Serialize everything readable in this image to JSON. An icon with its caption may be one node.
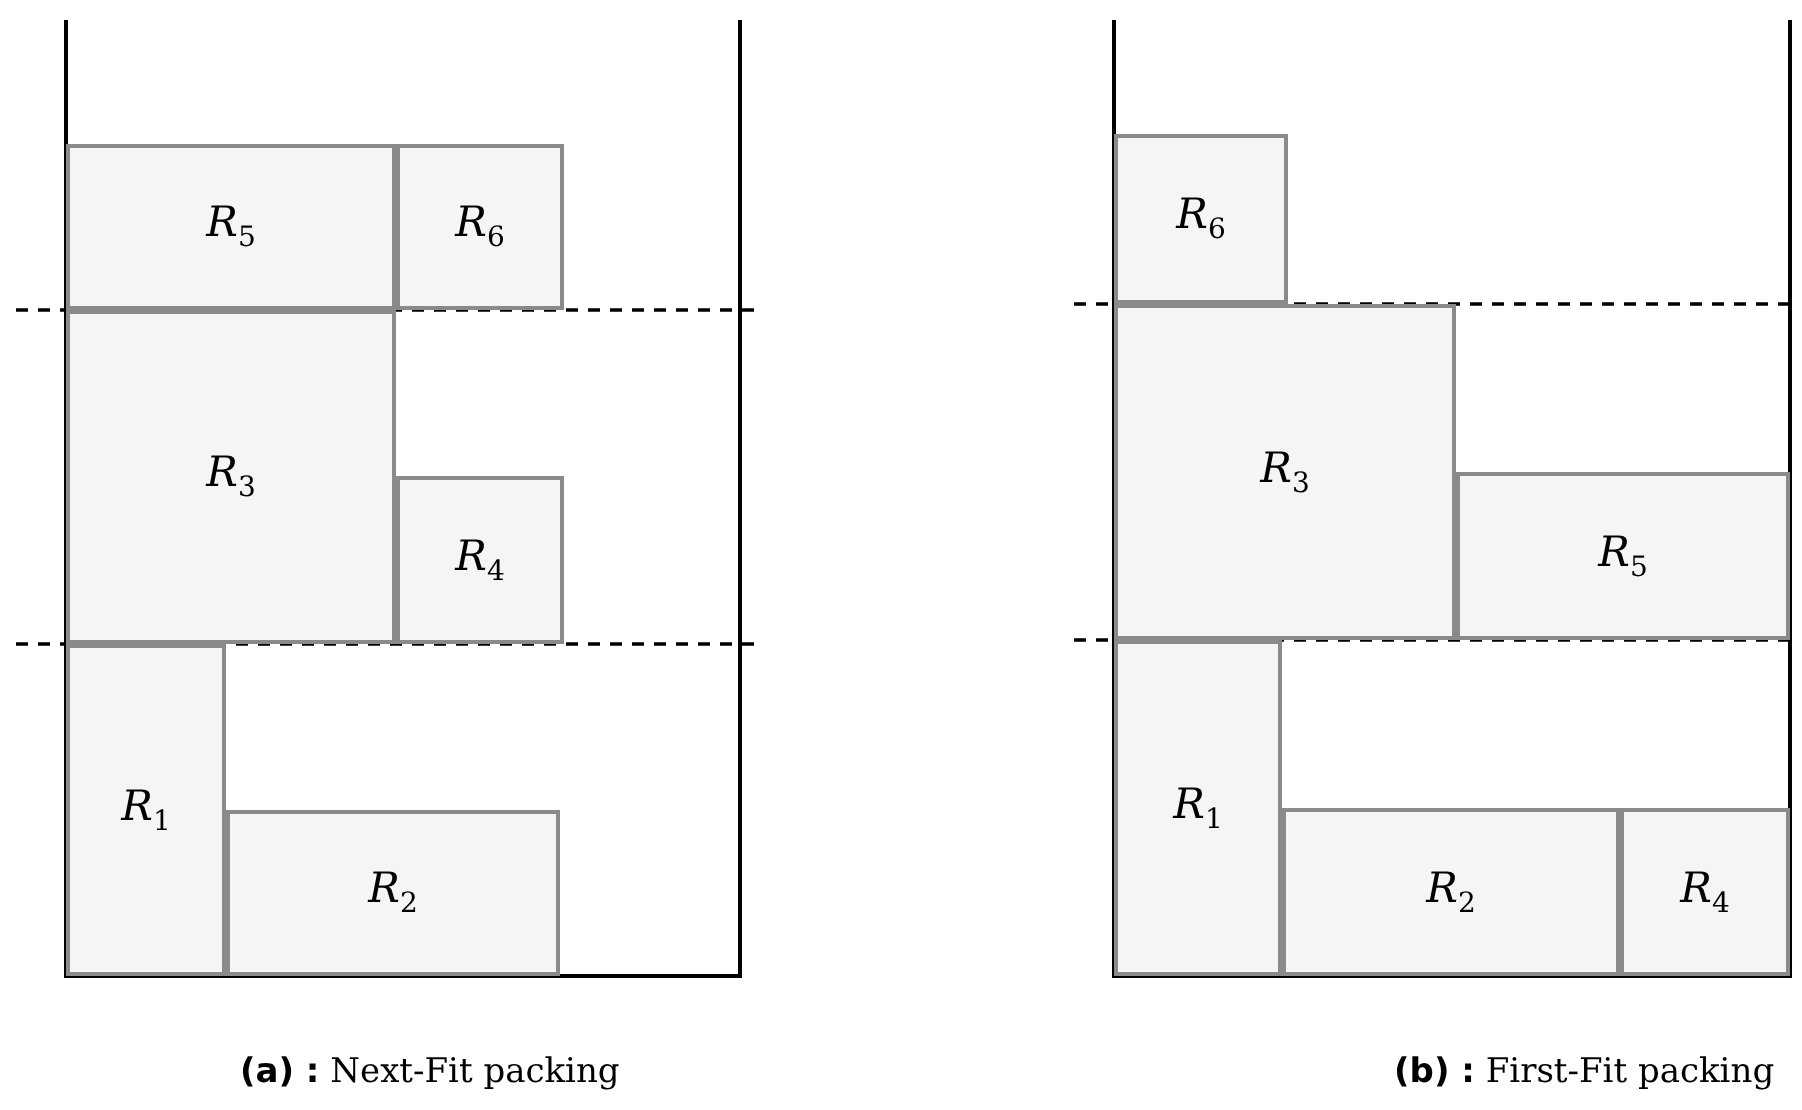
{
  "diagram": {
    "nodes": [
      {
        "text": [
          "*R*$_{5}$"
        ]
      },
      {
        "text": [
          "*R*$_{6}$"
        ]
      },
      {
        "text": [
          "*R*$_{3}$"
        ]
      },
      {
        "text": [
          "*R*$_{4}$"
        ]
      },
      {
        "text": [
          "*R*$_{1}$"
        ]
      },
      {
        "text": [
          "*R*$_{2}$"
        ]
      },
      {
        "text": [
          "*R*$_{6}$"
        ]
      },
      {
        "text": [
          "*R*$_{3}$"
        ]
      },
      {
        "text": [
          "*R*$_{5}$"
        ]
      },
      {
        "text": [
          "*R*$_{1}$"
        ]
      },
      {
        "text": [
          "*R*$_{2}$"
        ]
      },
      {
        "text": [
          "*R*$_{4}$"
        ]
      }
    ],
    "labels": [
      "**(a) :** Next-Fit packing",
      "**(b) :** First-Fit packing"
    ]
  }
}
